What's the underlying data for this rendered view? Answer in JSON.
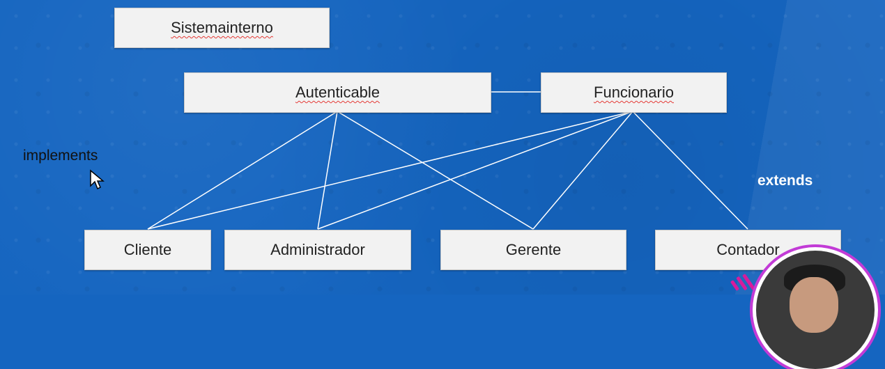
{
  "diagram": {
    "nodes": {
      "sistemainterno": "Sistemainterno",
      "autenticable": "Autenticable",
      "funcionario": "Funcionario",
      "cliente": "Cliente",
      "administrador": "Administrador",
      "gerente": "Gerente",
      "contador": "Contador"
    },
    "labels": {
      "implements": "implements",
      "extends": "extends"
    },
    "edges": [
      [
        "autenticable",
        "funcionario"
      ],
      [
        "autenticable",
        "cliente"
      ],
      [
        "autenticable",
        "administrador"
      ],
      [
        "autenticable",
        "gerente"
      ],
      [
        "funcionario",
        "cliente"
      ],
      [
        "funcionario",
        "administrador"
      ],
      [
        "funcionario",
        "gerente"
      ],
      [
        "funcionario",
        "contador"
      ]
    ]
  },
  "colors": {
    "background": "#1565c0",
    "box": "#f2f2f2",
    "line": "#ffffff",
    "spellcheck": "#e53935"
  }
}
